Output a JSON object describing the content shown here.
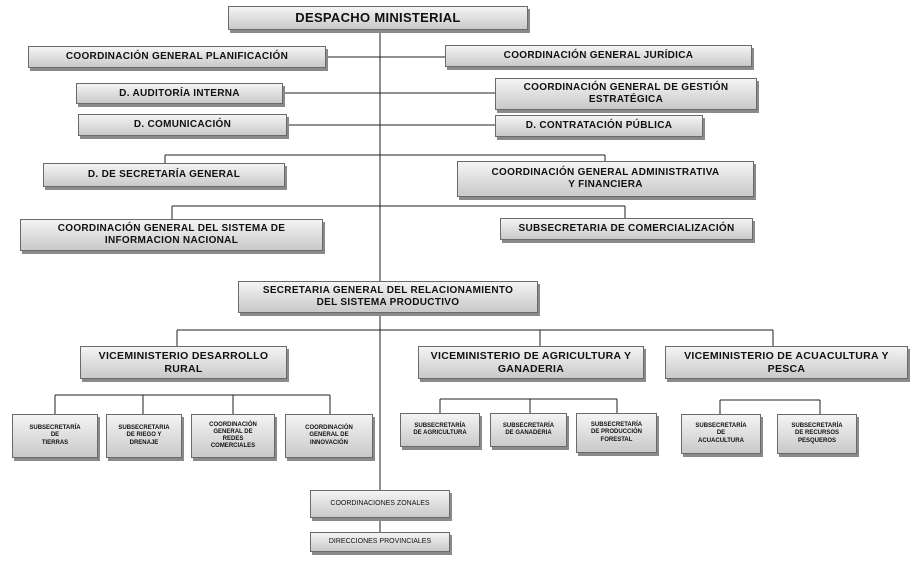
{
  "org_chart": {
    "top": "DESPACHO MINISTERIAL",
    "staff": {
      "coord_planificacion": "COORDINACIÓN GENERAL PLANIFICACIÓN",
      "coord_juridica": "COORDINACIÓN GENERAL  JURÍDICA",
      "auditoria": "D. AUDITORÍA INTERNA",
      "coord_gestion": "COORDINACIÓN GENERAL DE GESTIÓN\nESTRATÉGICA",
      "comunicacion": "D. COMUNICACIÓN",
      "contratacion": "D. CONTRATACIÓN PÚBLICA",
      "secretaria_general": "D. DE SECRETARÍA GENERAL",
      "coord_administrativa": "COORDINACIÓN GENERAL ADMINISTRATIVA\nY FINANCIERA",
      "coord_informacion": "COORDINACIÓN GENERAL DEL SISTEMA DE\nINFORMACION NACIONAL",
      "subs_comercializacion": "SUBSECRETARIA DE COMERCIALIZACIÓN"
    },
    "secretaria_relacionamiento": "SECRETARIA GENERAL DEL RELACIONAMIENTO\nDEL SISTEMA PRODUCTIVO",
    "viceministerios": [
      {
        "name": "VICEMINISTERIO DESARROLLO\nRURAL",
        "units": [
          "SUBSECRETARÍA\nDE\nTIERRAS",
          "SUBSECRETARIA\nDE RIEGO Y\nDRENAJE",
          "COORDINACIÓN\nGENERAL DE\nREDES\nCOMERCIALES",
          "COORDINACIÓN\nGENERAL DE\nINNOVACIÓN"
        ]
      },
      {
        "name": "VICEMINISTERIO DE AGRICULTURA Y\nGANADERIA",
        "units": [
          "SUBSECRETARÍA\nDE AGRICULTURA",
          "SUBSECRETARÍA\nDE GANADERIA",
          "SUBSECRETARÍA\nDE PRODUCCIÓN\nFORESTAL"
        ]
      },
      {
        "name": "VICEMINISTERIO DE ACUACULTURA Y\nPESCA",
        "units": [
          "SUBSECRETARÍA\nDE\nACUACULTURA",
          "SUBSECRETARÍA\nDE RECURSOS\nPESQUEROS"
        ]
      }
    ],
    "coordinaciones_zonales": "COORDINACIONES ZONALES",
    "direcciones_provinciales": "DIRECCIONES PROVINCIALES"
  }
}
